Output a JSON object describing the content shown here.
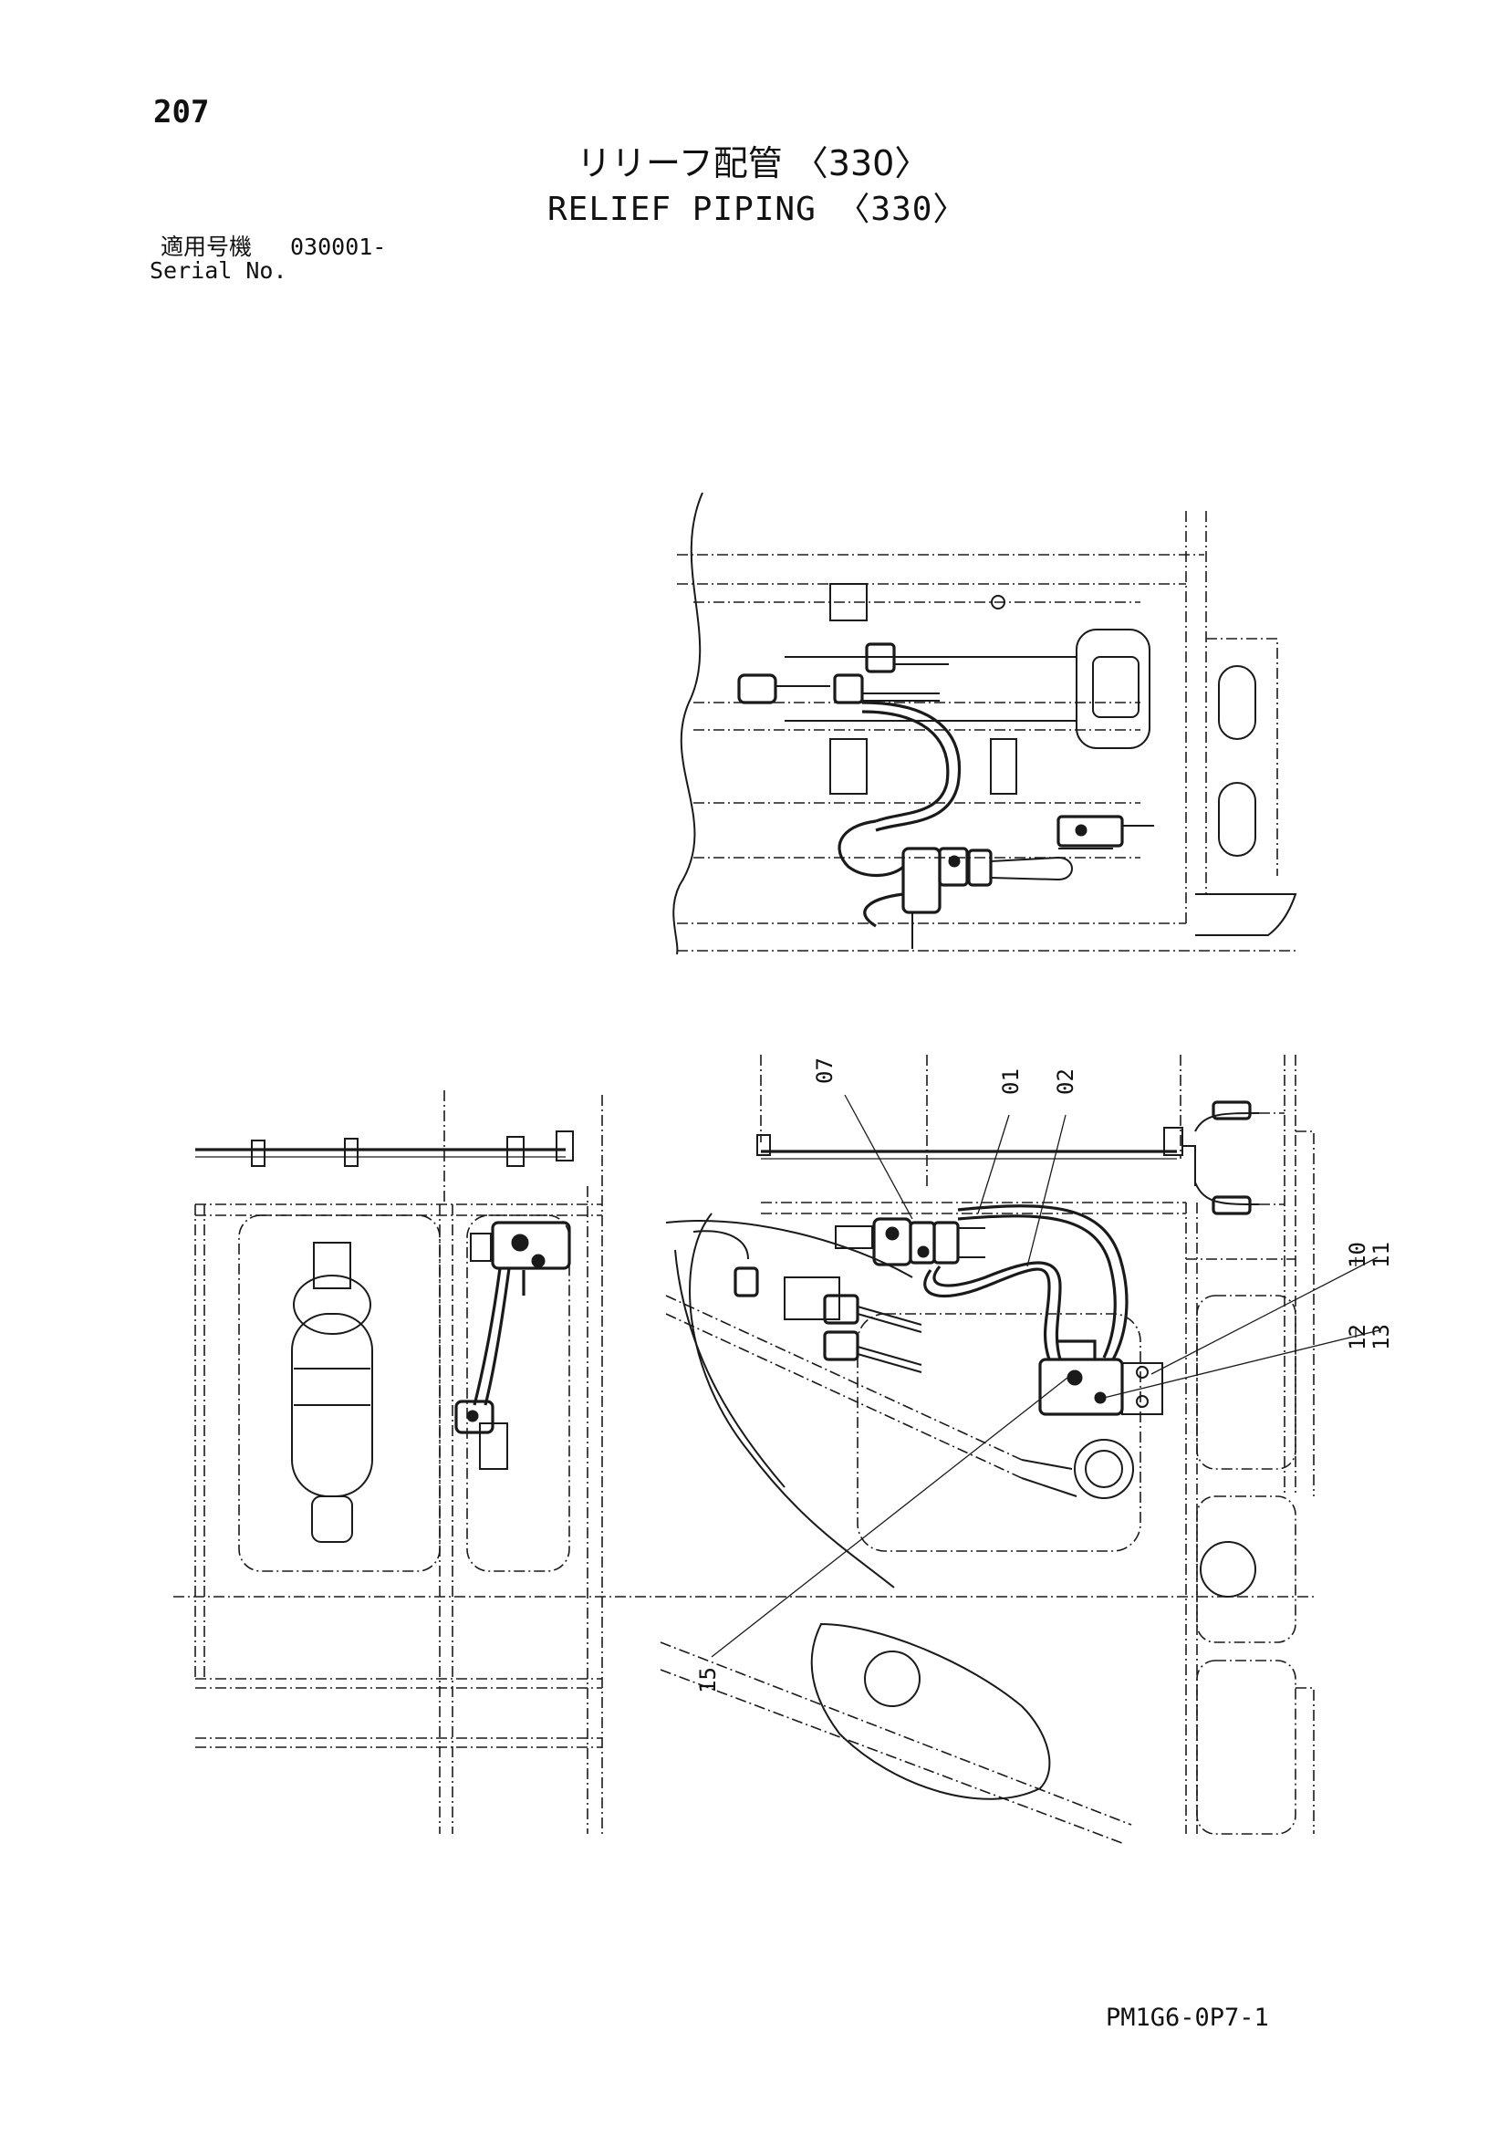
{
  "page_number": "207",
  "title_ja": "リリーフ配管 〈330〉",
  "title_en": "RELIEF PIPING 〈330〉",
  "serial": {
    "label_ja": "適用号機",
    "range": "030001-",
    "label_en": "Serial No."
  },
  "drawing_code": "PM1G6-0P7-1",
  "callouts": {
    "c07": "07",
    "c01": "01",
    "c02": "02",
    "c10": "10",
    "c11": "11",
    "c12": "12",
    "c13": "13",
    "c15": "15"
  }
}
